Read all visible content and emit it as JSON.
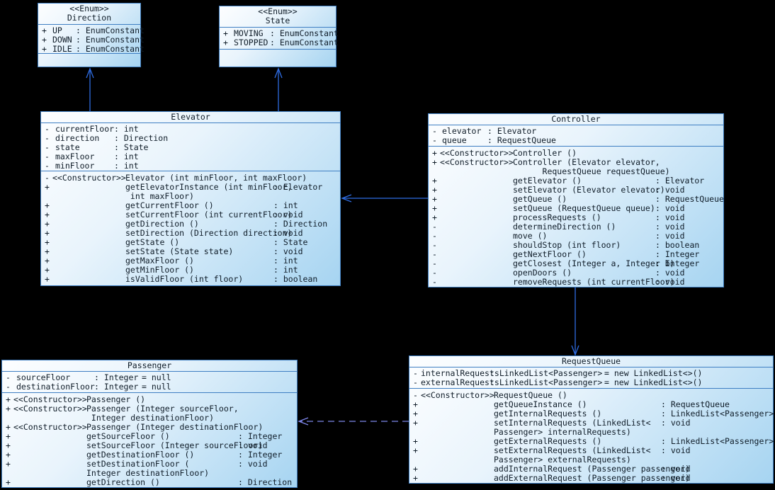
{
  "diagram": {
    "kind": "UML class diagram",
    "background_color": "#000000",
    "box_border_color": "#3e7ec2",
    "box_fill_light": "#fdfeff",
    "box_fill_dark": "#a6d4f1",
    "arrow_color": "#2e6ce2",
    "dashed_arrow_color": "#7e86ea",
    "text_color": "#0f1c28"
  },
  "classes": {
    "direction": {
      "stereotype": "<<Enum>>",
      "name": "Direction",
      "attributes": [
        {
          "v": "+",
          "n": "UP",
          "t": ": EnumConstant"
        },
        {
          "v": "+",
          "n": "DOWN",
          "t": ": EnumConstant"
        },
        {
          "v": "+",
          "n": "IDLE",
          "t": ": EnumConstant"
        }
      ],
      "methods": []
    },
    "state": {
      "stereotype": "<<Enum>>",
      "name": "State",
      "attributes": [
        {
          "v": "+",
          "n": "MOVING",
          "t": ": EnumConstant"
        },
        {
          "v": "+",
          "n": "STOPPED",
          "t": ": EnumConstant"
        }
      ],
      "methods": []
    },
    "elevator": {
      "name": "Elevator",
      "attributes": [
        {
          "v": "-",
          "n": "currentFloor",
          "t": ": int"
        },
        {
          "v": "-",
          "n": "direction",
          "t": ": Direction"
        },
        {
          "v": "-",
          "n": "state",
          "t": ": State"
        },
        {
          "v": "-",
          "n": "maxFloor",
          "t": ": int"
        },
        {
          "v": "-",
          "n": "minFloor",
          "t": ": int"
        }
      ],
      "methods": [
        {
          "v": "-",
          "tag": "<<Constructor>>",
          "n": "Elevator (int minFloor, int maxFloor)",
          "r": ""
        },
        {
          "v": "+",
          "tag": "",
          "n": "getElevatorInstance (int minFloor,",
          "r": ": Elevator"
        },
        {
          "v": "",
          "tag": "",
          "n": " int maxFloor)",
          "r": ""
        },
        {
          "v": "+",
          "tag": "",
          "n": "getCurrentFloor ()",
          "r": ": int"
        },
        {
          "v": "+",
          "tag": "",
          "n": "setCurrentFloor (int currentFloor)",
          "r": ": void"
        },
        {
          "v": "+",
          "tag": "",
          "n": "getDirection ()",
          "r": ": Direction"
        },
        {
          "v": "+",
          "tag": "",
          "n": "setDirection (Direction direction)",
          "r": ": void"
        },
        {
          "v": "+",
          "tag": "",
          "n": "getState ()",
          "r": ": State"
        },
        {
          "v": "+",
          "tag": "",
          "n": "setState (State state)",
          "r": ": void"
        },
        {
          "v": "+",
          "tag": "",
          "n": "getMaxFloor ()",
          "r": ": int"
        },
        {
          "v": "+",
          "tag": "",
          "n": "getMinFloor ()",
          "r": ": int"
        },
        {
          "v": "+",
          "tag": "",
          "n": "isValidFloor (int floor)",
          "r": ": boolean"
        }
      ]
    },
    "controller": {
      "name": "Controller",
      "attributes": [
        {
          "v": "-",
          "n": "elevator",
          "t": ": Elevator"
        },
        {
          "v": "-",
          "n": "queue",
          "t": ": RequestQueue"
        }
      ],
      "methods": [
        {
          "v": "+",
          "tag": "<<Constructor>>",
          "n": "Controller ()",
          "r": ""
        },
        {
          "v": "+",
          "tag": "<<Constructor>>",
          "n": "Controller (Elevator elevator,",
          "r": ""
        },
        {
          "v": "",
          "tag": "",
          "n": "      RequestQueue requestQueue)",
          "r": ""
        },
        {
          "v": "+",
          "tag": "",
          "n": "getElevator ()",
          "r": ": Elevator"
        },
        {
          "v": "+",
          "tag": "",
          "n": "setElevator (Elevator elevator)",
          "r": ": void"
        },
        {
          "v": "+",
          "tag": "",
          "n": "getQueue ()",
          "r": ": RequestQueue"
        },
        {
          "v": "+",
          "tag": "",
          "n": "setQueue (RequestQueue queue)",
          "r": ": void"
        },
        {
          "v": "+",
          "tag": "",
          "n": "processRequests ()",
          "r": ": void"
        },
        {
          "v": "-",
          "tag": "",
          "n": "determineDirection ()",
          "r": ": void"
        },
        {
          "v": "-",
          "tag": "",
          "n": "move ()",
          "r": ": void"
        },
        {
          "v": "-",
          "tag": "",
          "n": "shouldStop (int floor)",
          "r": ": boolean"
        },
        {
          "v": "-",
          "tag": "",
          "n": "getNextFloor ()",
          "r": ": Integer"
        },
        {
          "v": "-",
          "tag": "",
          "n": "getClosest (Integer a, Integer b)",
          "r": ": Integer"
        },
        {
          "v": "-",
          "tag": "",
          "n": "openDoors ()",
          "r": ": void"
        },
        {
          "v": "-",
          "tag": "",
          "n": "removeRequests (int currentFloor)",
          "r": ": void"
        }
      ]
    },
    "passenger": {
      "name": "Passenger",
      "attributes": [
        {
          "v": "-",
          "n": "sourceFloor",
          "t": ": Integer",
          "d": "= null"
        },
        {
          "v": "-",
          "n": "destinationFloor",
          "t": ": Integer",
          "d": "= null"
        }
      ],
      "methods": [
        {
          "v": "+",
          "tag": "<<Constructor>>",
          "n": "Passenger ()",
          "r": ""
        },
        {
          "v": "+",
          "tag": "<<Constructor>>",
          "n": "Passenger (Integer sourceFloor,",
          "r": ""
        },
        {
          "v": "",
          "tag": "",
          "n": " Integer destinationFloor)",
          "r": ""
        },
        {
          "v": "+",
          "tag": "<<Constructor>>",
          "n": "Passenger (Integer destinationFloor)",
          "r": ""
        },
        {
          "v": "+",
          "tag": "",
          "n": "getSourceFloor ()",
          "r": ": Integer"
        },
        {
          "v": "+",
          "tag": "",
          "n": "setSourceFloor (Integer sourceFloor)",
          "r": ": void"
        },
        {
          "v": "+",
          "tag": "",
          "n": "getDestinationFloor ()",
          "r": ": Integer"
        },
        {
          "v": "+",
          "tag": "",
          "n": "setDestinationFloor (",
          "r": ": void"
        },
        {
          "v": "",
          "tag": "",
          "n": "Integer destinationFloor)",
          "r": ""
        },
        {
          "v": "+",
          "tag": "",
          "n": "getDirection ()",
          "r": ": Direction"
        }
      ]
    },
    "requestqueue": {
      "name": "RequestQueue",
      "attributes": [
        {
          "v": "-",
          "n": "internalRequests",
          "t": ": LinkedList<Passenger>",
          "d": "= new LinkedList<>()"
        },
        {
          "v": "-",
          "n": "externalRequests",
          "t": ": LinkedList<Passenger>",
          "d": "= new LinkedList<>()"
        }
      ],
      "methods": [
        {
          "v": "-",
          "tag": "<<Constructor>>",
          "n": "RequestQueue ()",
          "r": ""
        },
        {
          "v": "+",
          "tag": "",
          "n": "getQueueInstance ()",
          "r": ": RequestQueue"
        },
        {
          "v": "+",
          "tag": "",
          "n": "getInternalRequests ()",
          "r": ": LinkedList<Passenger>"
        },
        {
          "v": "+",
          "tag": "",
          "n": "setInternalRequests (LinkedList<",
          "r": ": void"
        },
        {
          "v": "",
          "tag": "",
          "n": "Passenger> internalRequests)",
          "r": ""
        },
        {
          "v": "+",
          "tag": "",
          "n": "getExternalRequests ()",
          "r": ": LinkedList<Passenger>"
        },
        {
          "v": "+",
          "tag": "",
          "n": "setExternalRequests (LinkedList<",
          "r": ": void"
        },
        {
          "v": "",
          "tag": "",
          "n": "Passenger> externalRequests)",
          "r": ""
        },
        {
          "v": "+",
          "tag": "",
          "n": "addInternalRequest (Passenger passenger)",
          "r": ": void"
        },
        {
          "v": "+",
          "tag": "",
          "n": "addExternalRequest (Passenger passenger)",
          "r": ": void"
        }
      ]
    }
  },
  "relations": [
    {
      "from": "Elevator",
      "to": "Direction",
      "style": "solid",
      "head": "open-arrow"
    },
    {
      "from": "Elevator",
      "to": "State",
      "style": "solid",
      "head": "open-arrow"
    },
    {
      "from": "Controller",
      "to": "Elevator",
      "style": "solid",
      "head": "open-arrow"
    },
    {
      "from": "Controller",
      "to": "RequestQueue",
      "style": "solid",
      "head": "open-arrow"
    },
    {
      "from": "RequestQueue",
      "to": "Passenger",
      "style": "dashed",
      "head": "open-arrow"
    }
  ]
}
